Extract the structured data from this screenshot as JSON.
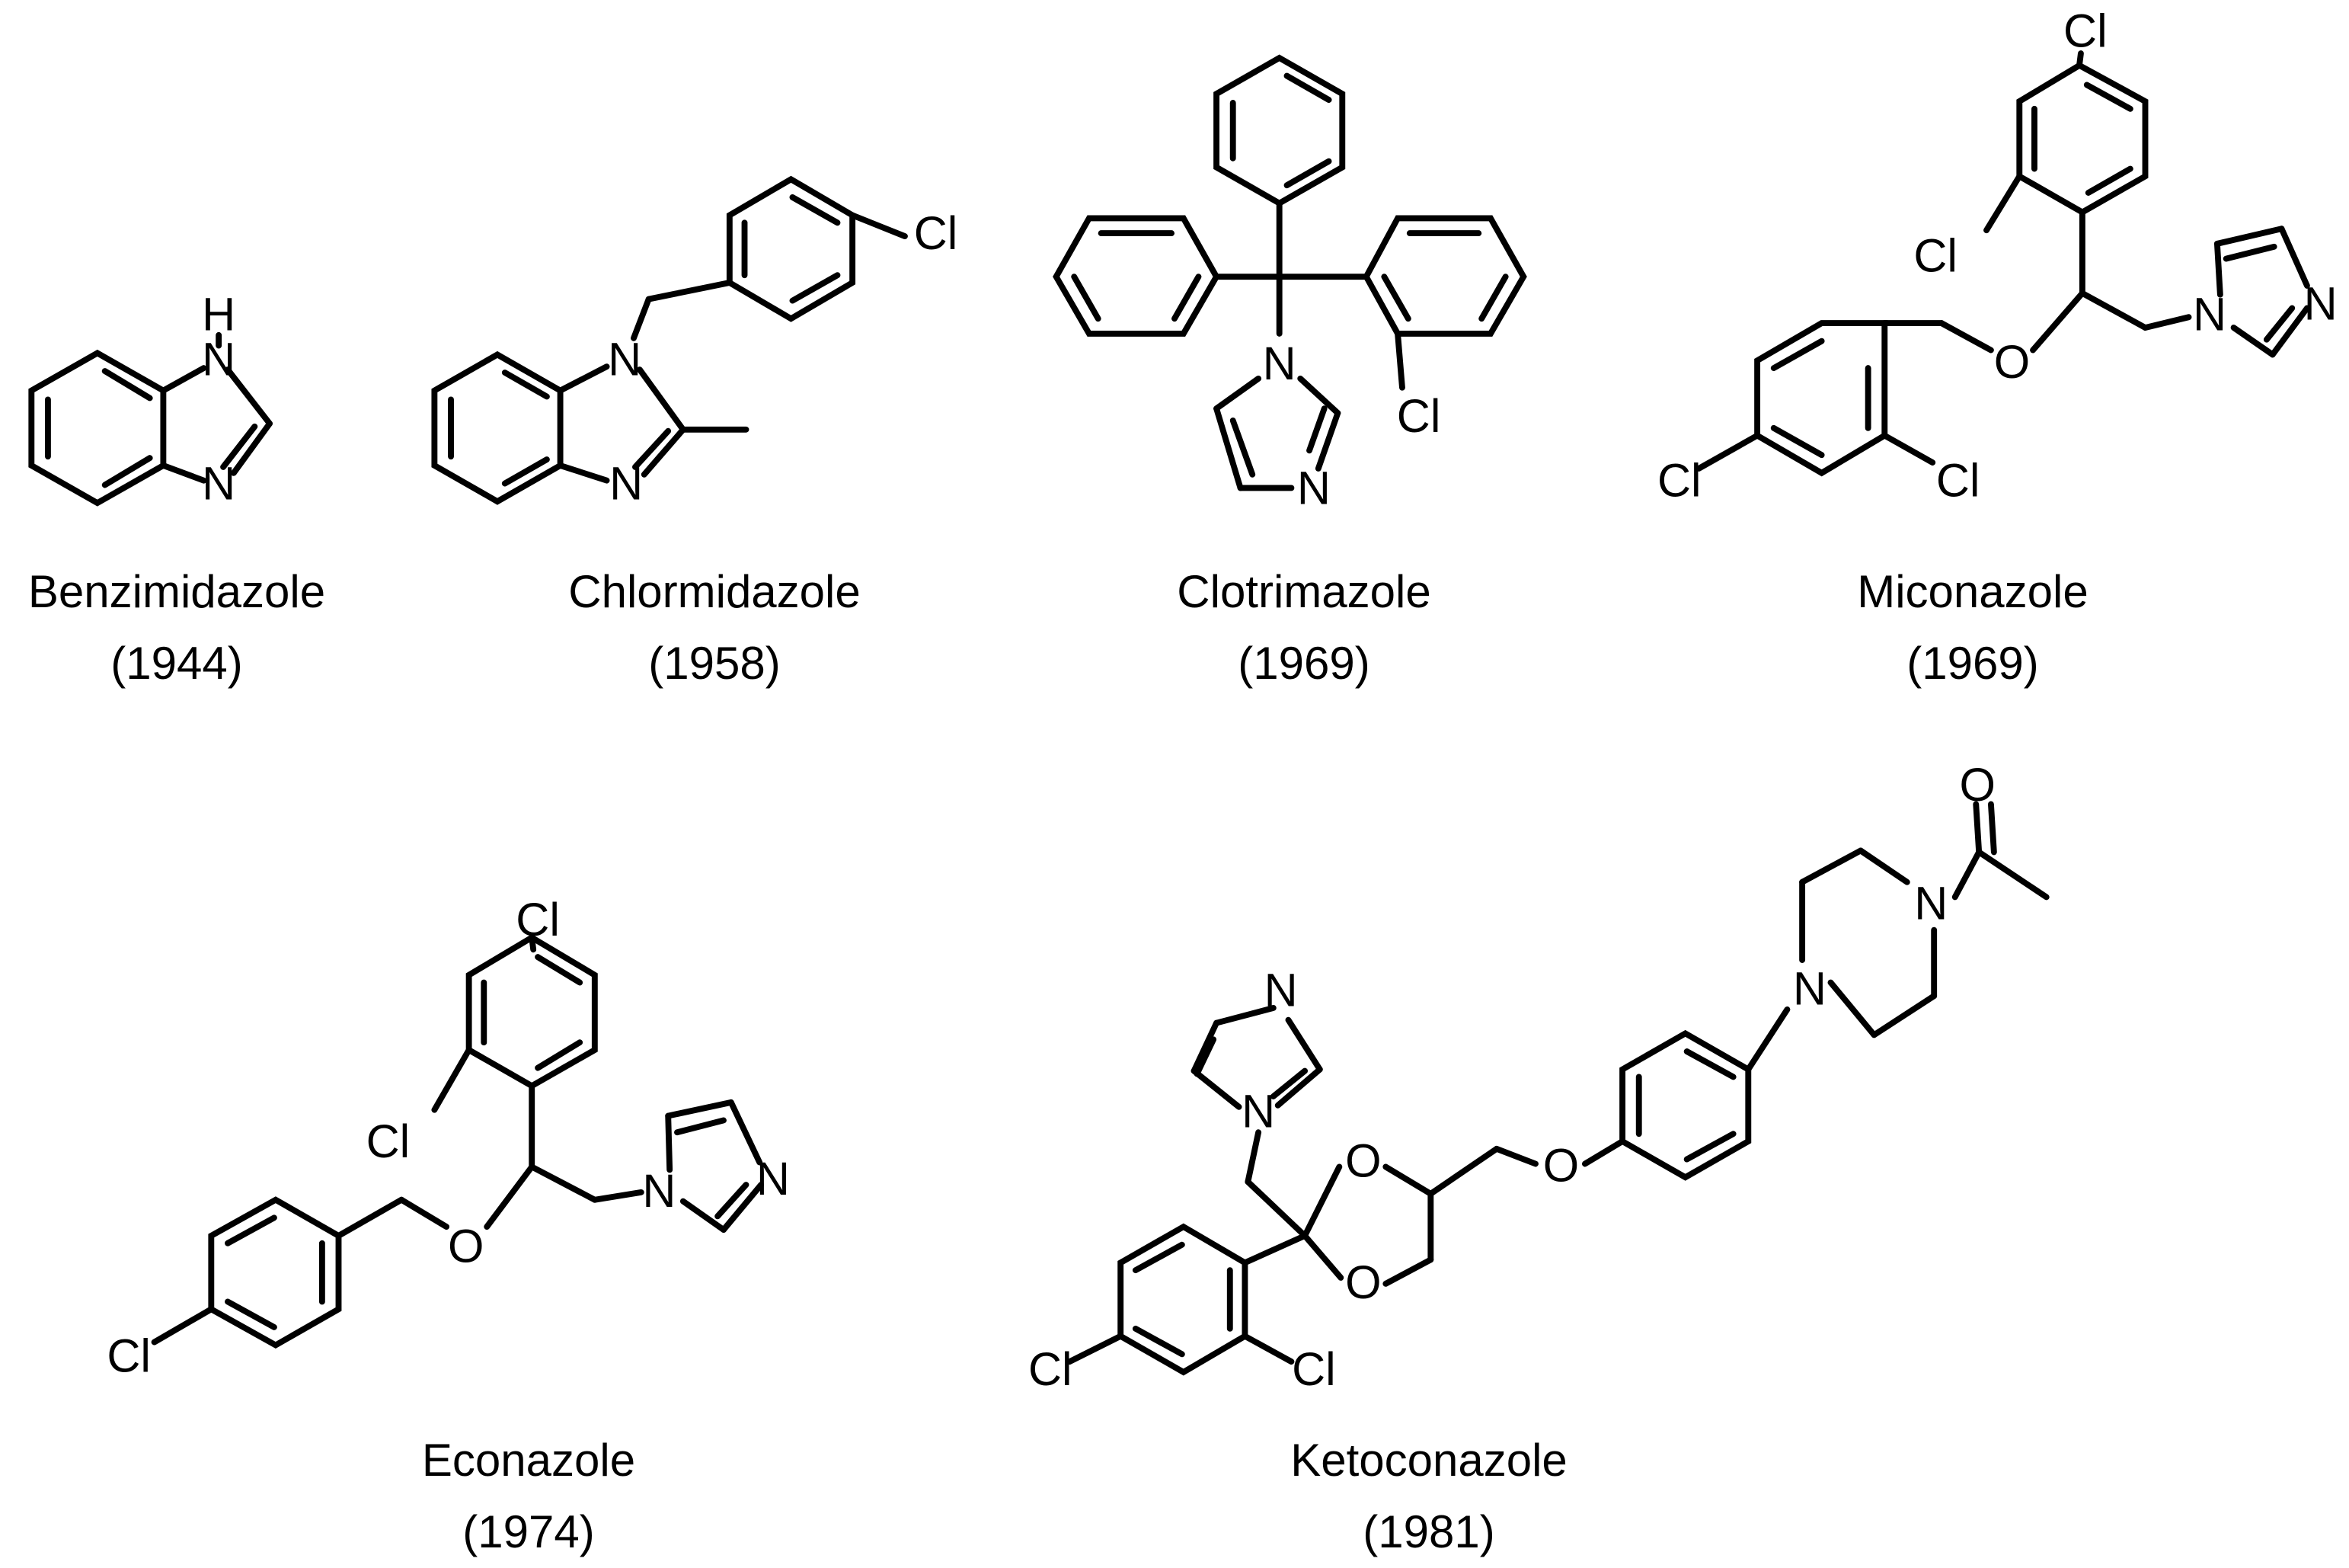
{
  "atom_labels": {
    "nh": "N",
    "h": "H",
    "n": "N",
    "o": "O",
    "cl": "Cl"
  },
  "compounds": [
    {
      "name": "Benzimidazole",
      "year": "(1944)"
    },
    {
      "name": "Chlormidazole",
      "year": "(1958)"
    },
    {
      "name": "Clotrimazole",
      "year": "(1969)"
    },
    {
      "name": "Miconazole",
      "year": "(1969)"
    },
    {
      "name": "Econazole",
      "year": "(1974)"
    },
    {
      "name": "Ketoconazole",
      "year": "(1981)"
    }
  ]
}
